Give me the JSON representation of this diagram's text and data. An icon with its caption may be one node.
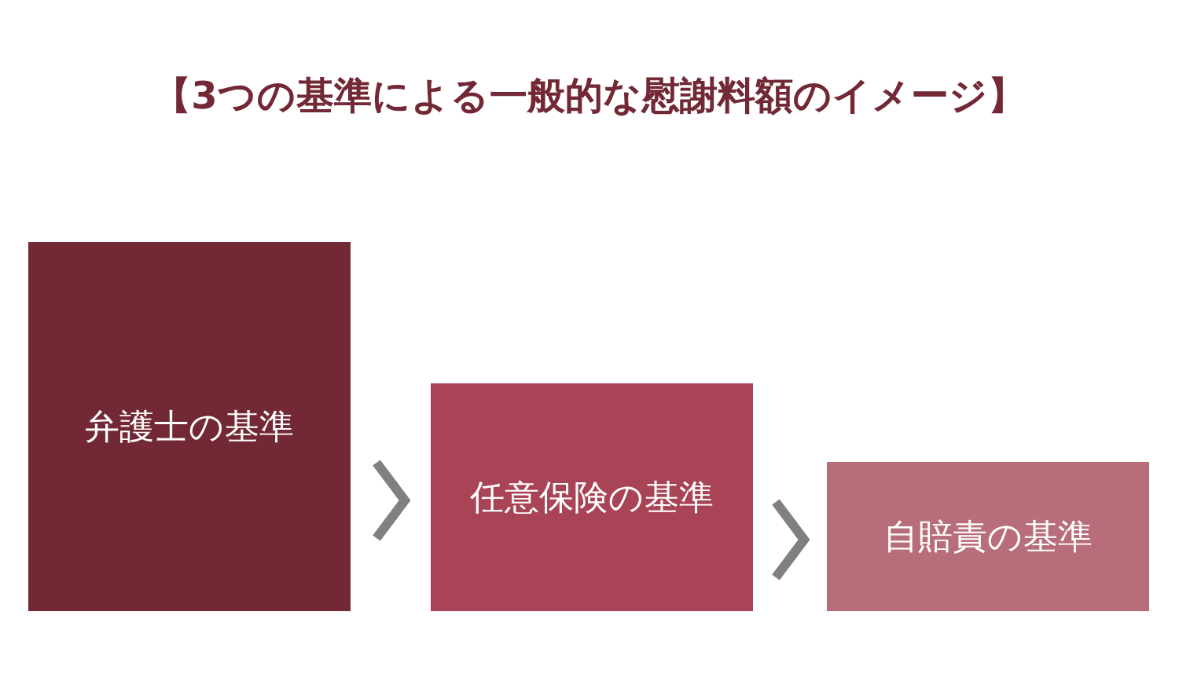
{
  "diagram": {
    "title": "【3つの基準による一般的な慰謝料額のイメージ】",
    "nodes": [
      {
        "text": [
          "弁護士の基準"
        ]
      },
      {
        "text": [
          "任意保険の基準"
        ]
      },
      {
        "text": [
          "自賠責の基準"
        ]
      }
    ],
    "edges": [
      {
        "from": 0,
        "to": 1,
        "arrow": "to"
      },
      {
        "from": 1,
        "to": 2,
        "arrow": "to"
      }
    ]
  }
}
